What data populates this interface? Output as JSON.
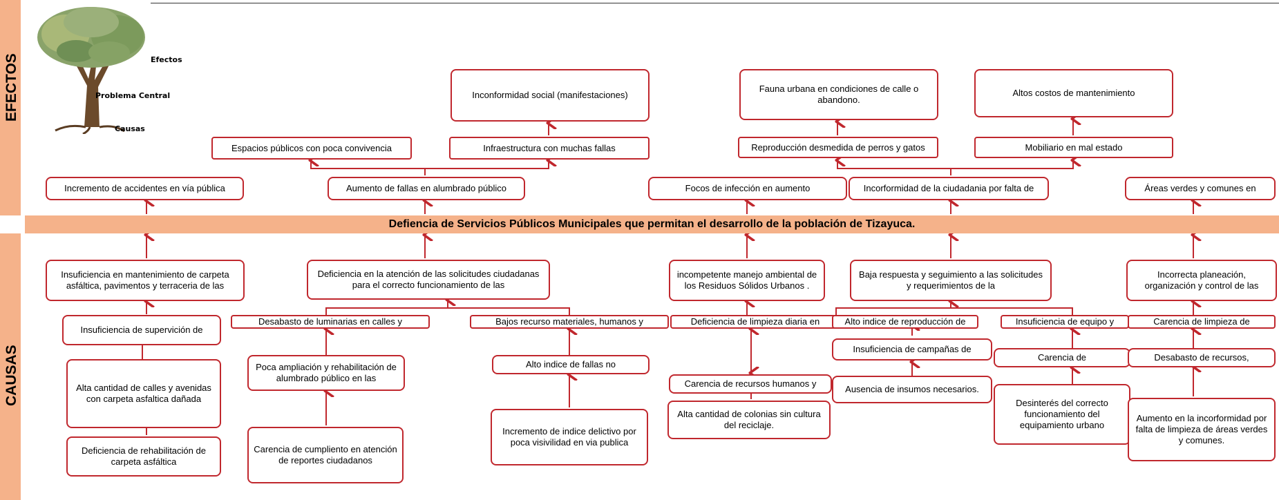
{
  "sidebar": {
    "effects_label": "EFECTOS",
    "causes_label": "CAUSAS"
  },
  "legend": {
    "effects": "Efectos",
    "central": "Problema Central",
    "causes": "Causas"
  },
  "central_problem": "Defiencia de Servicios Públicos Municipales que permitan el desarrollo de la población de Tizayuca.",
  "effects": {
    "row1": [
      "Inconformidad social (manifestaciones)",
      "Fauna urbana en condiciones de calle o abandono.",
      "Altos costos de mantenimiento"
    ],
    "row2": [
      "Espacios públicos con poca convivencia",
      "Infraestructura con muchas fallas",
      "Reproducción desmedida de perros y gatos",
      "Mobiliario en mal estado"
    ],
    "row3": [
      "Incremento de accidentes en vía pública",
      "Aumento de fallas en alumbrado público",
      "Focos de infección en aumento",
      "Incorformidad de la ciudadania por falta de",
      "Áreas verdes y comunes en"
    ]
  },
  "causes": {
    "main": [
      "Insuficiencia en mantenimiento de carpeta asfáltica, pavimentos y terraceria de las",
      "Deficiencia en la atención de las solicitudes ciudadanas para el correcto funcionamiento de las",
      "incompetente manejo ambiental de los Residuos Sólidos Urbanos .",
      "Baja respuesta y seguimiento a las solicitudes y requerimientos de la",
      "Incorrecta planeación, organización y control de las"
    ],
    "sub": [
      "Insuficiencia de supervición de",
      "Desabasto de luminarias en calles y",
      "Bajos recurso materiales, humanos y",
      "Deficiencia de limpieza diaria en",
      "Alto indice de reproducción de",
      "Insuficiencia de equipo y",
      "Carencia de limpieza de"
    ],
    "deep": [
      "Alta cantidad de calles y avenidas con carpeta asfaltica dañada",
      "Deficiencia de rehabilitación de carpeta asfáltica",
      "Poca ampliación y rehabilitación de alumbrado público en las",
      "Carencia de cumpliento en atención de reportes ciudadanos",
      "Alto indice de fallas no",
      "Incremento de indice delictivo por poca visivilidad en via publica",
      "Carencia de recursos humanos y",
      "Alta cantidad de colonias sin cultura del reciclaje.",
      "Insuficiencia de campañas de",
      "Ausencia de insumos necesarios.",
      "Carencia de",
      "Desinterés del correcto funcionamiento del equipamiento urbano",
      "Desabasto de recursos,",
      "Aumento en la incorformidad por falta de limpieza de áreas verdes y comunes."
    ]
  },
  "colors": {
    "border": "#c0272d",
    "band": "#f5b28a"
  },
  "icons": [
    "tree-icon"
  ]
}
